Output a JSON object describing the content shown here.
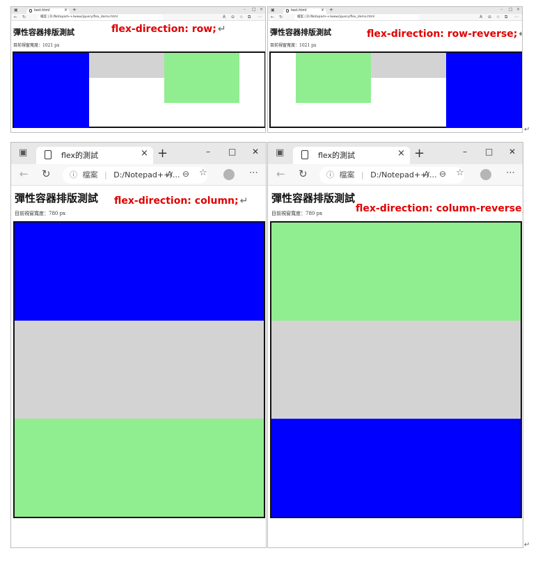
{
  "panels": [
    {
      "tab_title": "test.html",
      "address": "檔案  |  D:/Notepad++/www/jquery/flex_demo.html",
      "page_title": "彈性容器排版測試",
      "viewport_width": "目前視窗寬度：1021 px",
      "caption": "flex-direction: row;",
      "flex_direction": "row"
    },
    {
      "tab_title": "test.html",
      "address": "檔案  |  D:/Notepad++/www/jquery/flex_demo.html",
      "page_title": "彈性容器排版測試",
      "viewport_width": "目前視窗寬度：1021 px",
      "caption": "flex-direction: row-reverse;",
      "flex_direction": "row-reverse"
    },
    {
      "tab_title": "flex的測試",
      "address_icon": "info-icon",
      "address_label": "檔案",
      "address_path": "D:/Notepad++/...",
      "page_title": "彈性容器排版測試",
      "viewport_width": "目前視窗寬度：780 px",
      "caption": "flex-direction: column;",
      "flex_direction": "column"
    },
    {
      "tab_title": "flex的測試",
      "address_icon": "info-icon",
      "address_label": "檔案",
      "address_path": "D:/Notepad++/...",
      "page_title": "彈性容器排版測試",
      "viewport_width": "目前視窗寬度：780 px",
      "caption": "flex-direction: column-reverse;",
      "flex_direction": "column-reverse"
    }
  ],
  "paragraph_mark": "↵",
  "colors": {
    "item1": "#0000ff",
    "item2": "#d3d3d3",
    "item3": "#90ee90",
    "caption": "#e00000"
  }
}
